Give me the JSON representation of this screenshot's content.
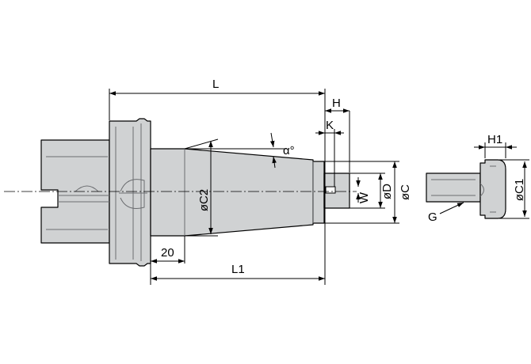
{
  "dimensions": {
    "L": "L",
    "H": "H",
    "K": "K",
    "alpha": "α°",
    "C2": "øC2",
    "D": "øD",
    "C": "øC",
    "W": "W",
    "dist20": "20",
    "L1": "L1",
    "H1": "H1",
    "C1": "øC1",
    "G": "G"
  },
  "colors": {
    "part_fill": "#d0d2d3",
    "outline": "#000000",
    "background": "#ffffff"
  }
}
